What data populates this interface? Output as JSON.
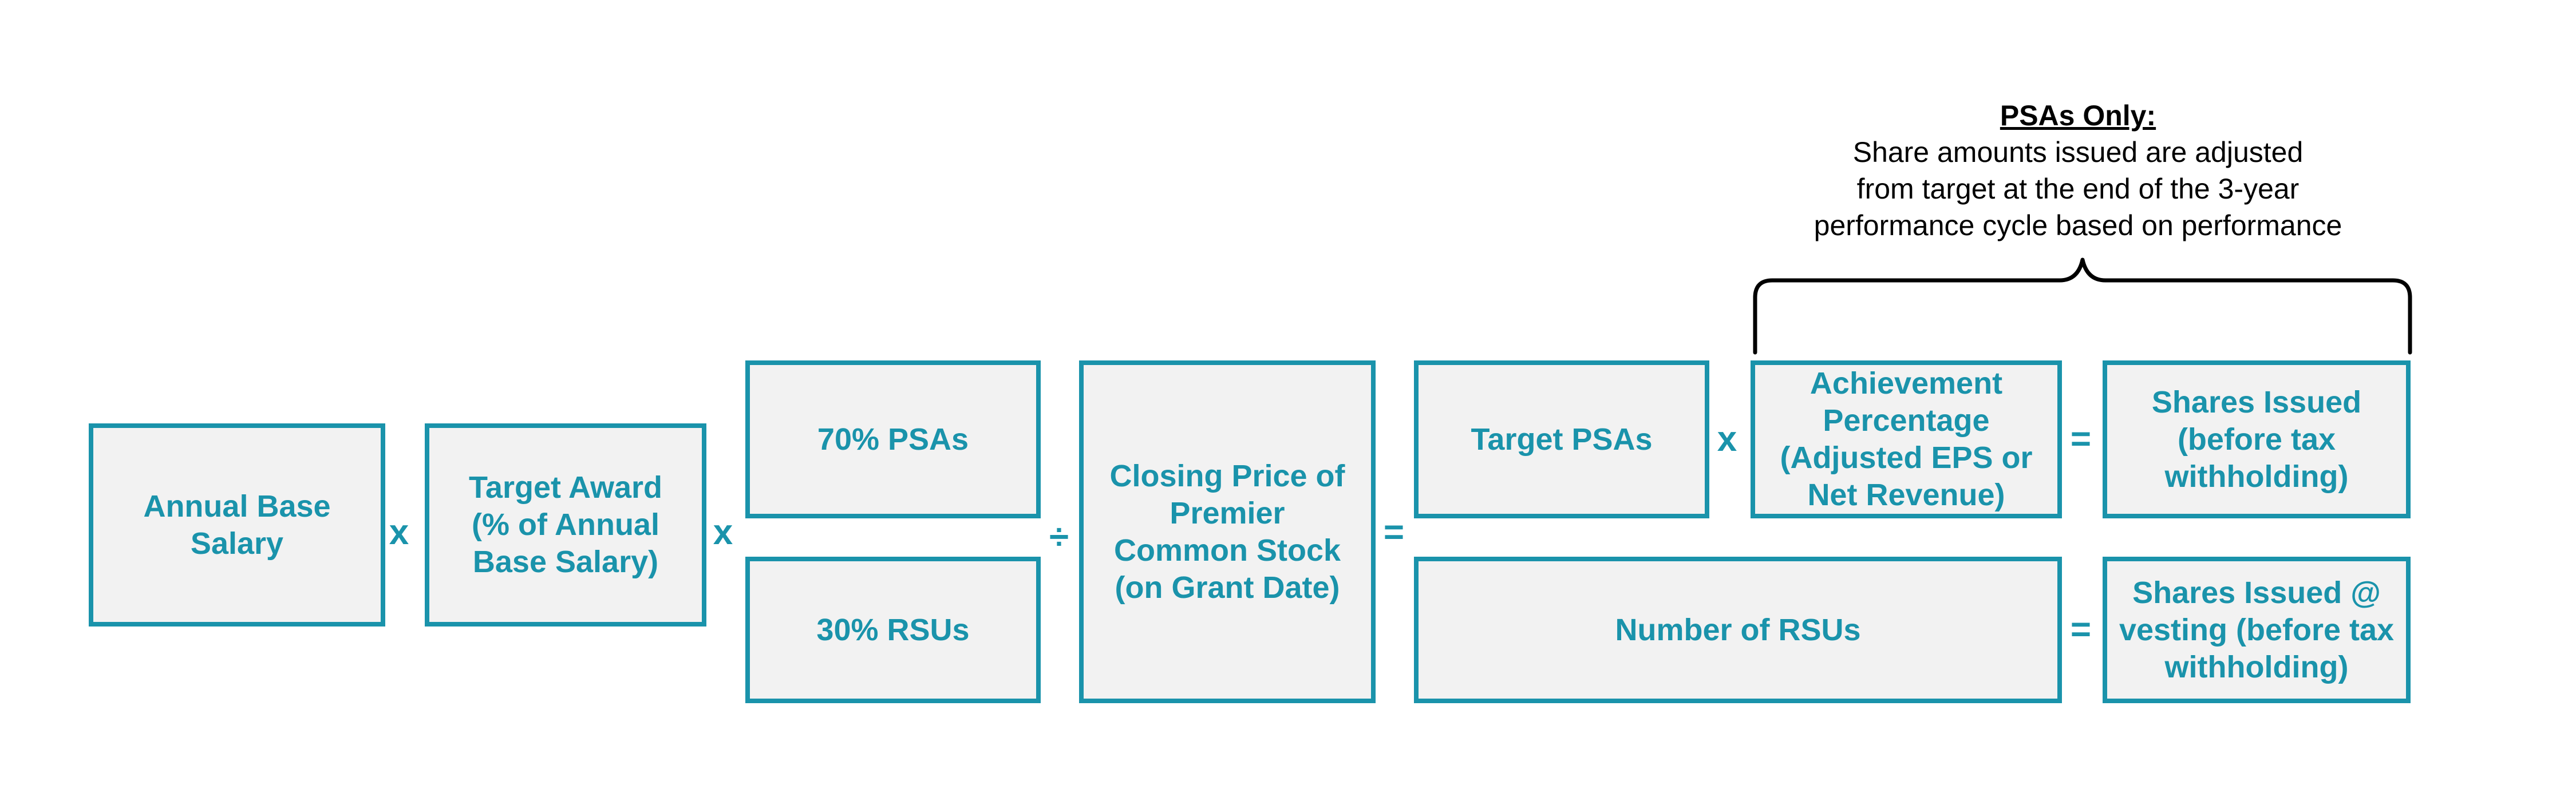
{
  "note": {
    "title": "PSAs Only:",
    "body": "Share amounts issued are adjusted\nfrom target at the end of the 3-year\nperformance cycle based on performance"
  },
  "boxes": {
    "annual_base_salary": "Annual Base\nSalary",
    "target_award": "Target Award\n(% of Annual\nBase Salary)",
    "psas_70": "70% PSAs",
    "rsus_30": "30% RSUs",
    "closing_price": "Closing Price of\nPremier\nCommon Stock\n(on Grant Date)",
    "target_psas": "Target PSAs",
    "achievement_percentage": "Achievement\nPercentage\n(Adjusted EPS or\nNet Revenue)",
    "shares_issued_psa": "Shares Issued\n(before tax\nwithholding)",
    "number_of_rsus": "Number of RSUs",
    "shares_issued_rsu": "Shares Issued @\nvesting (before tax\nwithholding)"
  },
  "operators": {
    "multiply_1": "x",
    "multiply_2": "x",
    "divide": "÷",
    "equals_main": "=",
    "multiply_psa": "x",
    "equals_psa": "=",
    "equals_rsu": "="
  },
  "colors": {
    "accent": "#1a93ab",
    "box_fill": "#f2f2f2",
    "note_text": "#000000"
  }
}
